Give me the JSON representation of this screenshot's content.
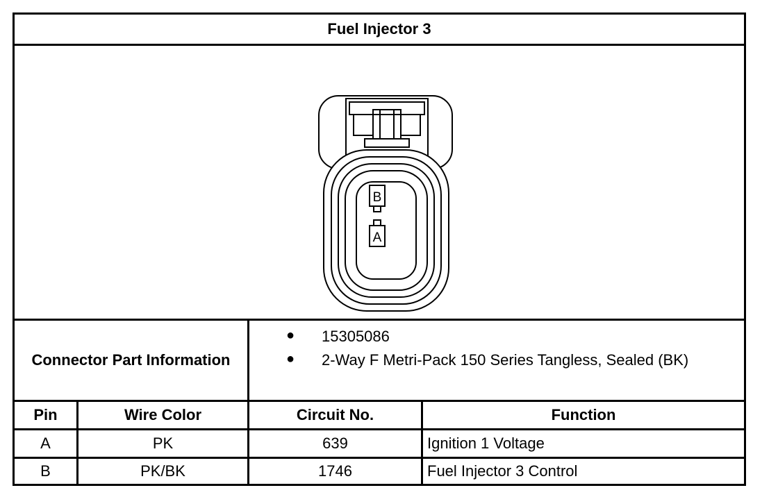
{
  "title": "Fuel Injector 3",
  "connector": {
    "pins": [
      {
        "label": "B"
      },
      {
        "label": "A"
      }
    ]
  },
  "part_info": {
    "label": "Connector Part Information",
    "items": [
      "15305086",
      "2-Way F Metri-Pack 150 Series Tangless, Sealed (BK)"
    ],
    "bullet": "●"
  },
  "table": {
    "headers": {
      "pin": "Pin",
      "wire_color": "Wire Color",
      "circuit": "Circuit No.",
      "function": "Function"
    },
    "rows": [
      {
        "pin": "A",
        "wire_color": "PK",
        "circuit": "639",
        "function": "Ignition 1 Voltage"
      },
      {
        "pin": "B",
        "wire_color": "PK/BK",
        "circuit": "1746",
        "function": "Fuel Injector 3 Control"
      }
    ]
  }
}
